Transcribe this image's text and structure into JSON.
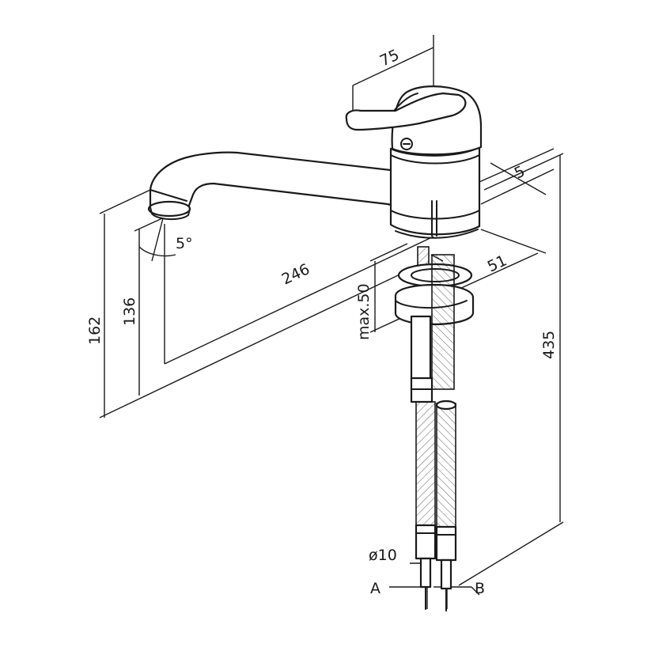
{
  "dimensions": {
    "lever_width": "75",
    "spout_reach": "246",
    "spout_angle": "5°",
    "height_outlet": "136",
    "height_spout": "162",
    "total_height": "435",
    "deck_thickness": "max.50",
    "base_depth": "51",
    "base_offset": "5",
    "hose_diameter": "ø10"
  },
  "connections": {
    "a": "A",
    "b": "B"
  },
  "colors": {
    "stroke": "#1a1a1a",
    "background": "#ffffff"
  }
}
